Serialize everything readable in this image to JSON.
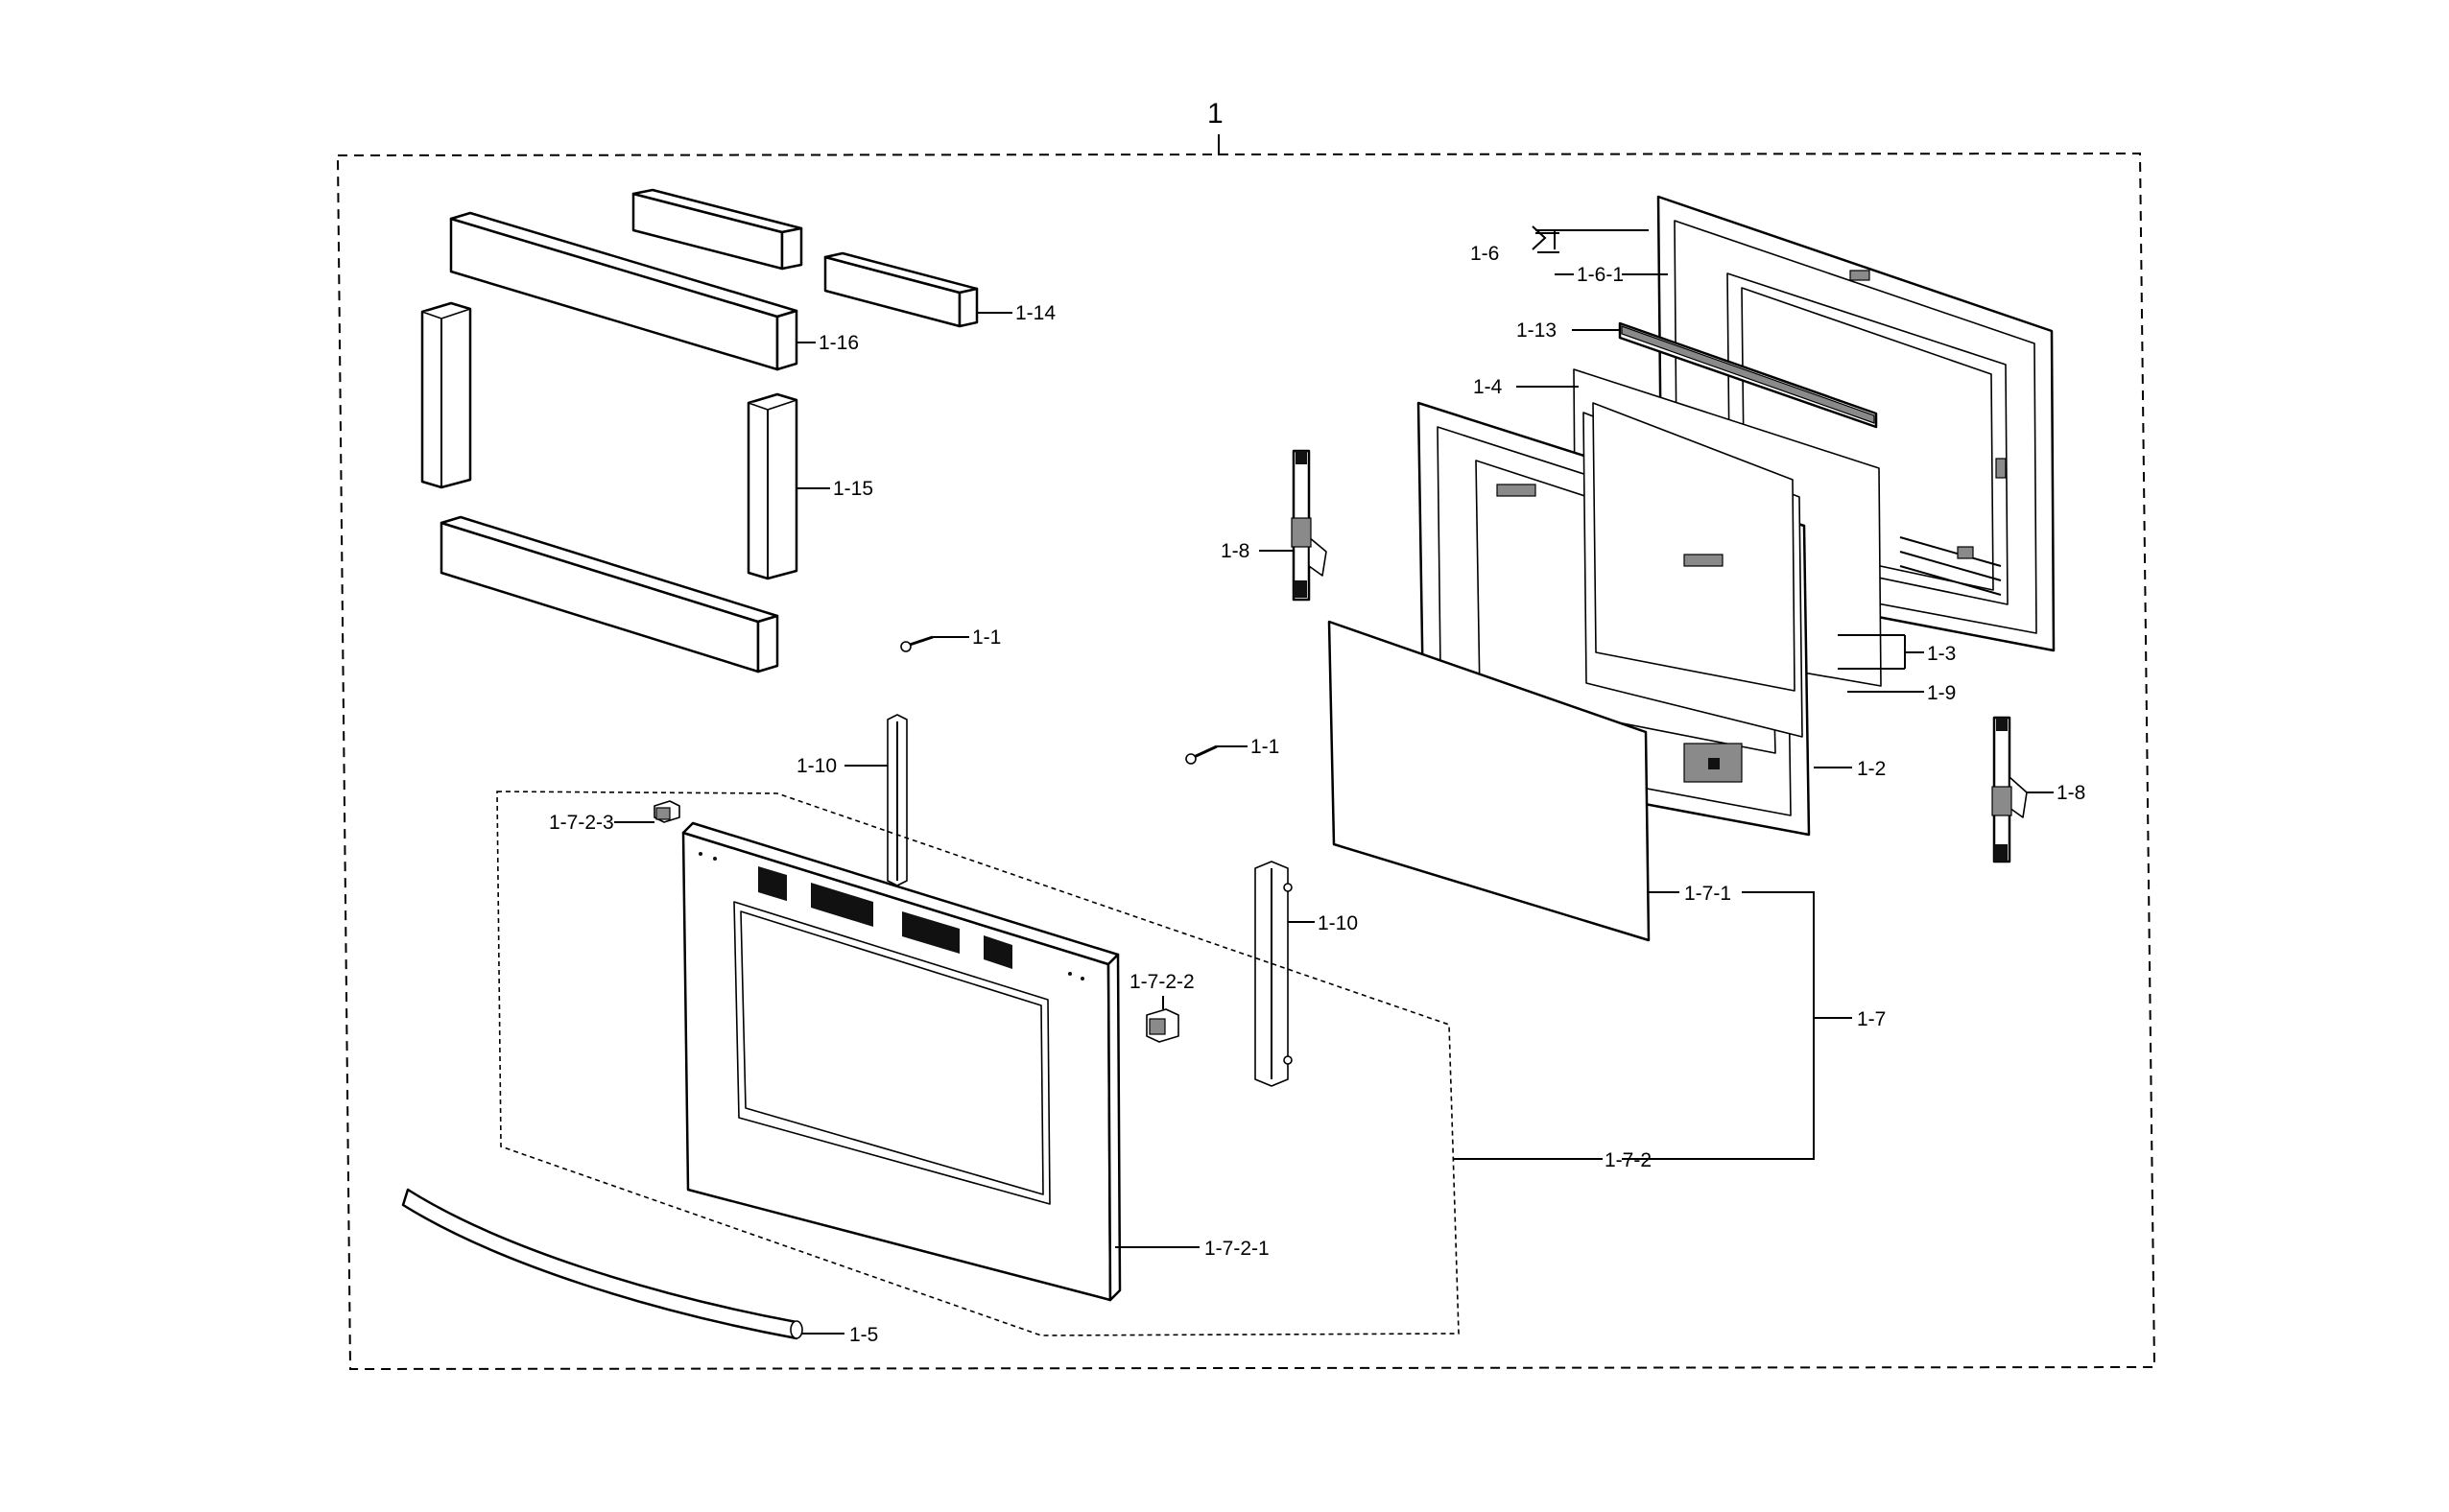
{
  "labels": {
    "assembly": "1",
    "p1_1a": "1-1",
    "p1_1b": "1-1",
    "p1_2": "1-2",
    "p1_3": "1-3",
    "p1_4": "1-4",
    "p1_5": "1-5",
    "p1_6": "1-6",
    "p1_6_1": "1-6-1",
    "p1_7": "1-7",
    "p1_7_1": "1-7-1",
    "p1_7_2": "1-7-2",
    "p1_7_2_1": "1-7-2-1",
    "p1_7_2_2": "1-7-2-2",
    "p1_7_2_3": "1-7-2-3",
    "p1_8a": "1-8",
    "p1_8b": "1-8",
    "p1_9": "1-9",
    "p1_10a": "1-10",
    "p1_10b": "1-10",
    "p1_13": "1-13",
    "p1_14": "1-14",
    "p1_15": "1-15",
    "p1_16": "1-16"
  }
}
